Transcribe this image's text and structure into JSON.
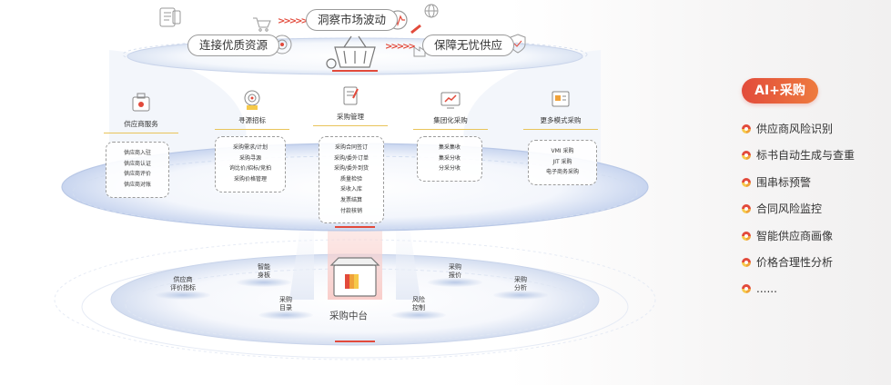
{
  "top": {
    "market": "洞察市场波动",
    "connect": "连接优质资源",
    "guarantee": "保障无忧供应"
  },
  "categories": [
    {
      "title": "供应商服务",
      "icon": "supplier-icon",
      "items": [
        "供应商入驻",
        "供应商认证",
        "供应商评价",
        "供应商对账"
      ]
    },
    {
      "title": "寻源招标",
      "icon": "sourcing-icon",
      "items": [
        "采购需求/计划",
        "采购寻源",
        "询比价/招标/竞拍",
        "采购价格管理"
      ]
    },
    {
      "title": "采购管理",
      "icon": "procurement-icon",
      "items": [
        "采购合同签订",
        "采购/委外订单",
        "采购/委外到货",
        "质量检验",
        "采收入库",
        "发票结算",
        "付款核销"
      ]
    },
    {
      "title": "集团化采购",
      "icon": "group-purchase-icon",
      "items": [
        "集采集收",
        "集采分收",
        "分采分收"
      ]
    },
    {
      "title": "更多模式采购",
      "icon": "more-modes-icon",
      "items": [
        "VMI 采购",
        "JIT 采购",
        "电子商务采购"
      ]
    }
  ],
  "platform": {
    "title": "采购中台",
    "bubbles": [
      "供应商评价指标",
      "智能身板",
      "采购目录",
      "风险控制",
      "采购报价",
      "采购分析"
    ]
  },
  "ai": {
    "badge": "AI+采购",
    "items": [
      "供应商风险识别",
      "标书自动生成与查重",
      "围串标预警",
      "合同风险监控",
      "智能供应商画像",
      "价格合理性分析",
      "......"
    ]
  },
  "colors": {
    "accent": "#e24a3b",
    "orange": "#ee7b3e",
    "gold": "#e9c45a",
    "ring": "#c9d4ea"
  }
}
